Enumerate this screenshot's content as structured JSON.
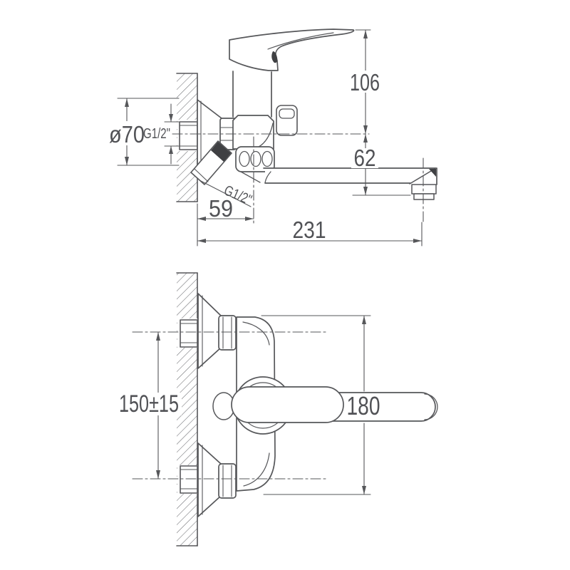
{
  "drawing": {
    "background": "#ffffff",
    "line_color": "#56575a",
    "text_color": "#515256",
    "side_view": {
      "dim_handle_height": "106",
      "dim_spout_drop": "62",
      "dim_spout_reach": "231",
      "dim_wall_offset": "59",
      "dim_escutcheon_diameter": "ø70",
      "thread_inlet": "G1/2\"",
      "thread_shower_outlet": "G1/2\""
    },
    "front_view": {
      "dim_inlet_spacing": "150±15",
      "dim_body_width": "180"
    }
  }
}
